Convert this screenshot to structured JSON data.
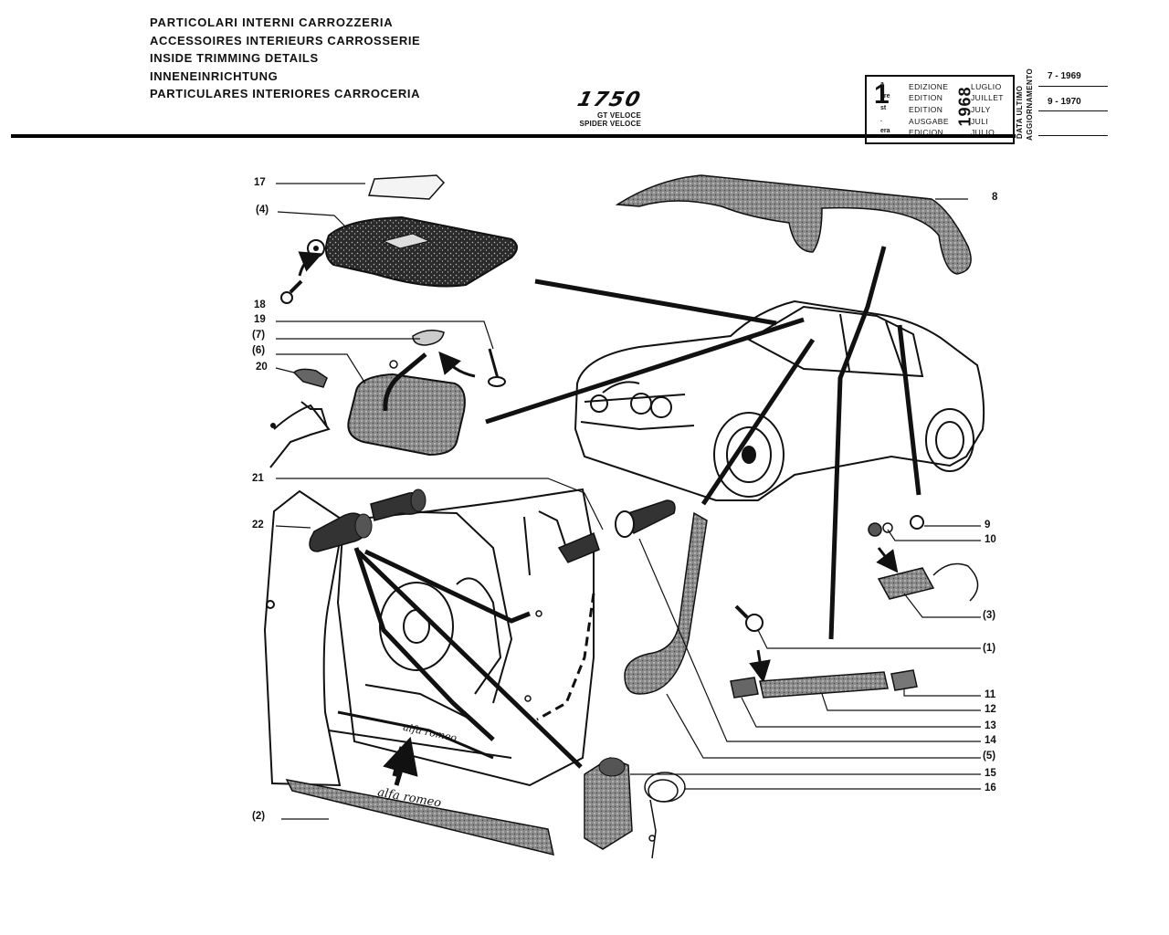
{
  "header": {
    "titles": [
      "PARTICOLARI INTERNI CARROZZERIA",
      "ACCESSOIRES INTERIEURS CARROSSERIE",
      "INSIDE TRIMMING DETAILS",
      "INNENEINRICHTUNG",
      "PARTICULARES INTERIORES CARROCERIA"
    ],
    "model_number": "1750",
    "model_variants": [
      "GT VELOCE",
      "SPIDER VELOCE"
    ]
  },
  "edition_box": {
    "number": "1",
    "suffixes": [
      "a",
      "ere",
      "st",
      ".",
      "era"
    ],
    "labels": [
      "EDIZIONE",
      "EDITION",
      "EDITION",
      "AUSGABE",
      "EDICION"
    ],
    "months": [
      "LUGLIO",
      "JUILLET",
      "JULY",
      "JULI",
      "JULIO"
    ],
    "year": "1968"
  },
  "update_box": {
    "label_lines": [
      "DATA ULTIMO",
      "AGGIORNAMENTO"
    ],
    "dates": [
      "7 - 1969",
      "9 - 1970"
    ]
  },
  "callouts": {
    "c17": "17",
    "c4": "(4)",
    "c18": "18",
    "c19": "19",
    "c7": "(7)",
    "c6": "(6)",
    "c20": "20",
    "c21": "21",
    "c22": "22",
    "c2": "(2)",
    "c8": "8",
    "c9": "9",
    "c10": "10",
    "c3": "(3)",
    "c1": "(1)",
    "c11": "11",
    "c12": "12",
    "c13": "13",
    "c14": "14",
    "c5": "(5)",
    "c15": "15",
    "c16": "16"
  },
  "scuff_plate_text": "alfa romeo",
  "colors": {
    "ink": "#111111",
    "paper": "#ffffff",
    "shade": "#555555"
  }
}
